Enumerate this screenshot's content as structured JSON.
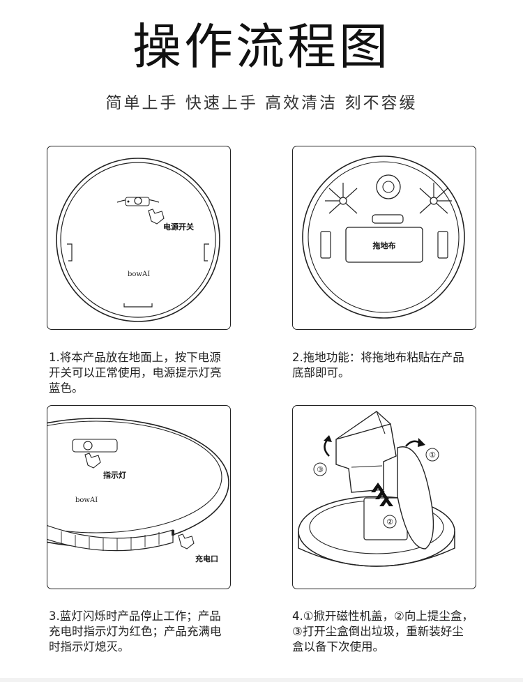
{
  "header": {
    "title": "操作流程图",
    "subtitle": "简单上手 快速上手 高效清洁 刻不容缓"
  },
  "steps": [
    {
      "labels": [
        "电源开关"
      ],
      "caption_lines": [
        "1.将本产品放在地面上，按下电源",
        "开关可以正常使用，电源提示灯亮",
        "蓝色。"
      ]
    },
    {
      "labels": [
        "拖地布"
      ],
      "caption_lines": [
        "2.拖地功能：将拖地布粘贴在产品",
        "底部即可。"
      ]
    },
    {
      "labels": [
        "指示灯",
        "充电口"
      ],
      "caption_lines": [
        "3.蓝灯闪烁时产品停止工作；产品",
        "充电时指示灯为红色；产品充满电",
        "时指示灯熄灭。"
      ]
    },
    {
      "labels": [
        "①",
        "②",
        "③"
      ],
      "caption_lines": [
        "4.①掀开磁性机盖，②向上提尘盒，",
        "③打开尘盒倒出垃圾，重新装好尘",
        "盒以备下次使用。"
      ]
    }
  ],
  "brand": {
    "logo_text": "bowAI"
  }
}
